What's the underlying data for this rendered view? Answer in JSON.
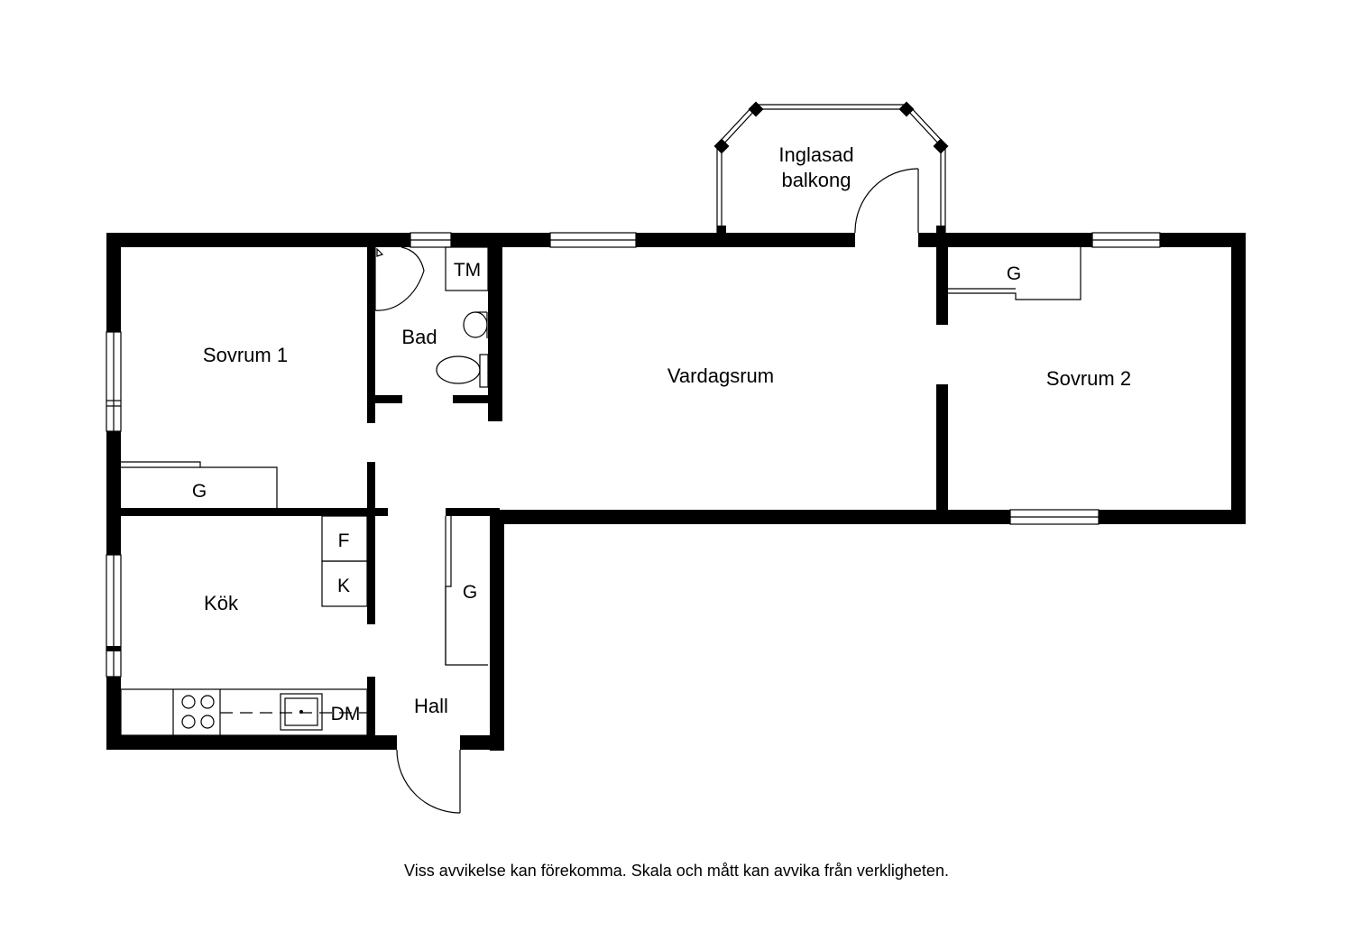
{
  "rooms": {
    "sovrum1": "Sovrum 1",
    "bad": "Bad",
    "tm": "TM",
    "vardagsrum": "Vardagsrum",
    "balcony_line1": "Inglasad",
    "balcony_line2": "balkong",
    "sovrum2": "Sovrum 2",
    "kok": "Kök",
    "hall": "Hall",
    "dm": "DM",
    "fridge": "F",
    "freezer": "K",
    "wardrobe": "G"
  },
  "disclaimer": "Viss avvikelse kan förekomma. Skala och mått kan avvika från verkligheten.",
  "colors": {
    "wall": "#000000",
    "background": "#ffffff"
  }
}
